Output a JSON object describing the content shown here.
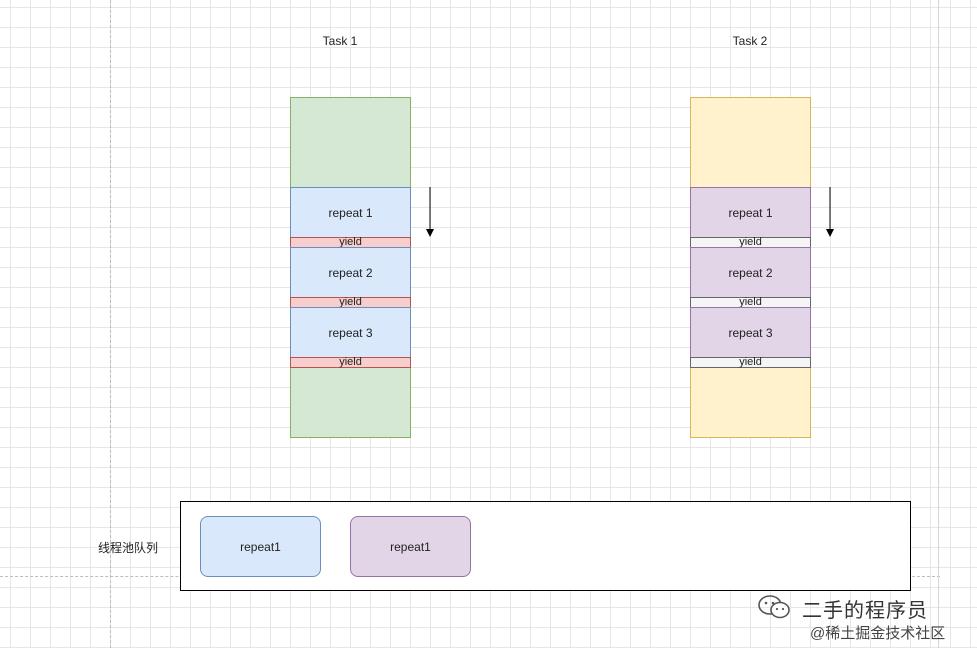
{
  "tasks": [
    {
      "title": "Task 1",
      "fill": "#d5e8d4",
      "stroke": "#82b366",
      "repeat_fill": "#dae8fc",
      "repeat_stroke": "#6c8ebf",
      "yield_fill": "#f8cecc",
      "yield_stroke": "#b85450",
      "repeats": [
        "repeat 1",
        "repeat 2",
        "repeat 3"
      ],
      "yield_label": "yield"
    },
    {
      "title": "Task 2",
      "fill": "#fff2cc",
      "stroke": "#d6b656",
      "repeat_fill": "#e1d5e7",
      "repeat_stroke": "#9673a6",
      "yield_fill": "#f5f5f5",
      "yield_stroke": "#666666",
      "repeats": [
        "repeat 1",
        "repeat 2",
        "repeat 3"
      ],
      "yield_label": "yield"
    }
  ],
  "queue": {
    "label": "线程池队列",
    "items": [
      {
        "label": "repeat1",
        "fill": "#dae8fc",
        "stroke": "#6c8ebf"
      },
      {
        "label": "repeat1",
        "fill": "#e1d5e7",
        "stroke": "#9673a6"
      }
    ]
  },
  "watermark": {
    "line1": "二手的程序员",
    "line2": "@稀土掘金技术社区"
  }
}
